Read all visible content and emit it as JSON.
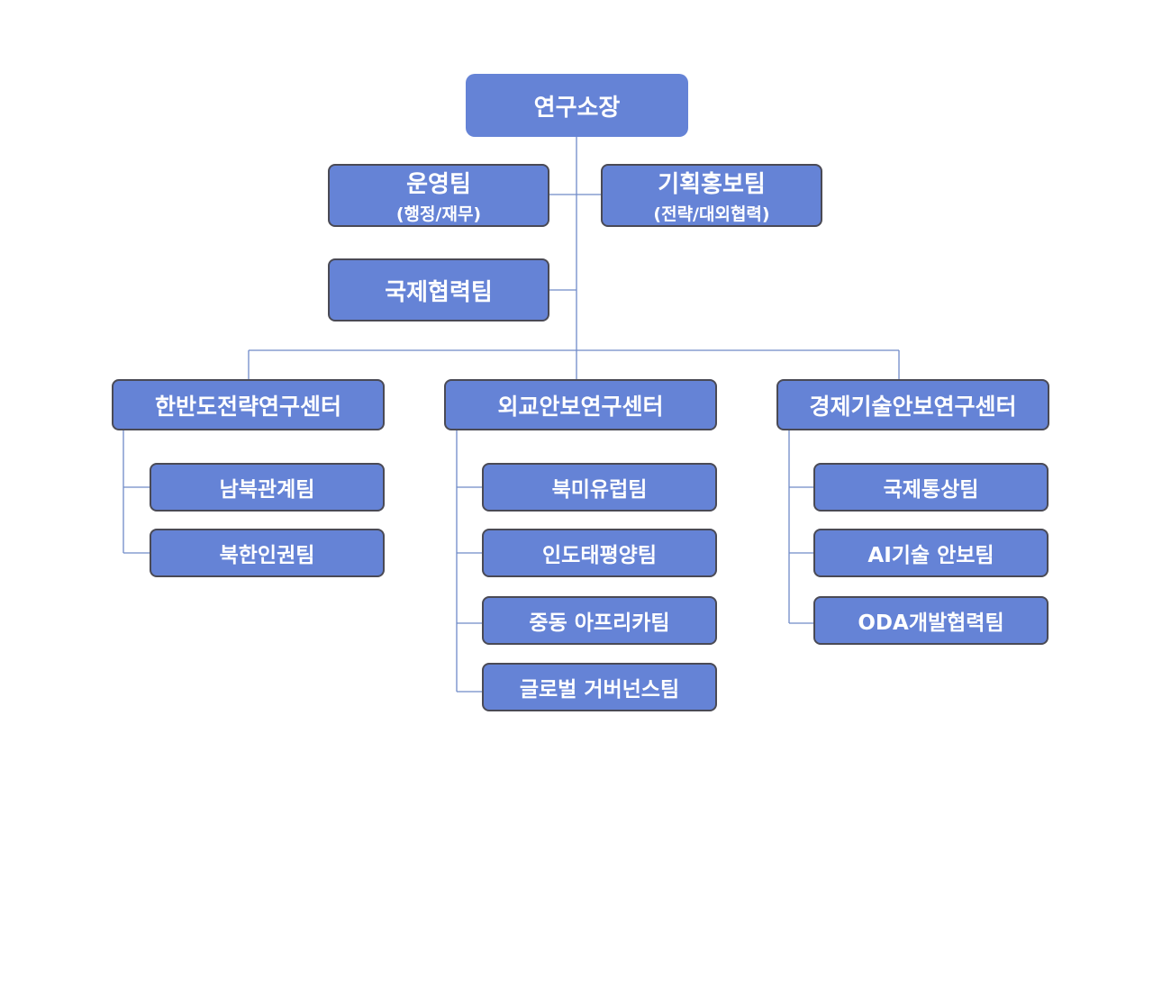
{
  "director": {
    "label": "연구소장"
  },
  "operations_team": {
    "label": "운영팀",
    "sub": "(행정/재무)"
  },
  "planning_team": {
    "label": "기획홍보팀",
    "sub": "(전략/대외협력)"
  },
  "international_team": {
    "label": "국제협력팀"
  },
  "centers": [
    {
      "label": "한반도전략연구센터",
      "teams": [
        "남북관계팀",
        "북한인권팀"
      ]
    },
    {
      "label": "외교안보연구센터",
      "teams": [
        "북미유럽팀",
        "인도태평양팀",
        "중동 아프리카팀",
        "글로벌 거버넌스팀"
      ]
    },
    {
      "label": "경제기술안보연구센터",
      "teams": [
        "국제통상팀",
        "AI기술 안보팀",
        "ODA개발협력팀"
      ]
    }
  ],
  "colors": {
    "box_fill": "#6583d6",
    "box_border": "#4a4a55",
    "connector": "#6f8ac8",
    "text": "#ffffff"
  }
}
